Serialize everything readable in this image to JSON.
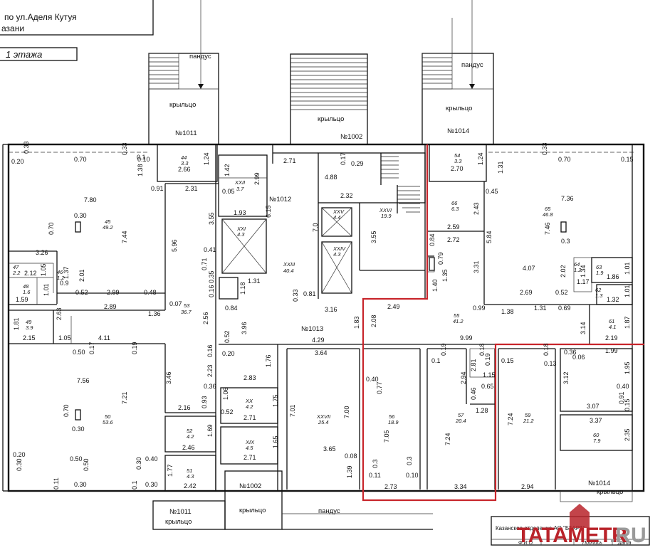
{
  "header": {
    "address_line1": "по ул.Аделя Кутуя",
    "address_line2": "азани",
    "floor_title": "1 этажа"
  },
  "annotations": {
    "ramp": "пандус",
    "porch": "крыльцо",
    "entrance_1011": "№1011",
    "entrance_1002": "№1002",
    "entrance_1014": "№1014",
    "entrance_1012": "№1012",
    "entrance_1013": "№1013"
  },
  "rooms": [
    {
      "id": "r44",
      "num": "44",
      "area": "3.3"
    },
    {
      "id": "r45",
      "num": "45",
      "area": "49.2"
    },
    {
      "id": "r47",
      "num": "47",
      "area": "2.2"
    },
    {
      "id": "r48",
      "num": "48",
      "area": "1.6"
    },
    {
      "id": "r46",
      "num": "46",
      "area": "1.2"
    },
    {
      "id": "r49",
      "num": "49",
      "area": "3.9"
    },
    {
      "id": "r50",
      "num": "50",
      "area": "53.6"
    },
    {
      "id": "r51",
      "num": "51",
      "area": "4.3"
    },
    {
      "id": "r52",
      "num": "52",
      "area": "4.2"
    },
    {
      "id": "r53",
      "num": "53",
      "area": "36.7"
    },
    {
      "id": "rXXII",
      "num": "XXII",
      "area": "3.7"
    },
    {
      "id": "rXXI",
      "num": "XXI",
      "area": "4.3"
    },
    {
      "id": "rXXIII",
      "num": "XXIII",
      "area": "40.4"
    },
    {
      "id": "rXX",
      "num": "XX",
      "area": "4.2"
    },
    {
      "id": "rXIX",
      "num": "XIX",
      "area": "4.5"
    },
    {
      "id": "rXXV",
      "num": "XXV",
      "area": "4.4"
    },
    {
      "id": "rXXIV",
      "num": "XXIV",
      "area": "4.3"
    },
    {
      "id": "rXXVI",
      "num": "XXVI",
      "area": "19.9"
    },
    {
      "id": "rXXVII",
      "num": "XXVII",
      "area": "25.4"
    },
    {
      "id": "r54",
      "num": "54",
      "area": "3.3"
    },
    {
      "id": "r55",
      "num": "55",
      "area": "41.2"
    },
    {
      "id": "r56",
      "num": "56",
      "area": "18.9"
    },
    {
      "id": "r57",
      "num": "57",
      "area": "20.4"
    },
    {
      "id": "r59",
      "num": "59",
      "area": "21.2"
    },
    {
      "id": "r60",
      "num": "60",
      "area": "7.9"
    },
    {
      "id": "r61",
      "num": "61",
      "area": "4.1"
    },
    {
      "id": "r62",
      "num": "62",
      "area": "1.3"
    },
    {
      "id": "r63",
      "num": "63",
      "area": "1.9"
    },
    {
      "id": "r64",
      "num": "64",
      "area": "1.2"
    },
    {
      "id": "r65",
      "num": "65",
      "area": "46.8"
    },
    {
      "id": "r66",
      "num": "66",
      "area": "6.3"
    }
  ],
  "dimensions": {
    "d1": "0.33",
    "d2": "0.70",
    "d3": "0.33",
    "d4": "0.10",
    "d5": "0.20",
    "d6": "1.38",
    "d7": "2.66",
    "d8": "1.24",
    "d9": "0.91",
    "d10": "2.31",
    "d11": "7.80",
    "d12": "0.30",
    "d13": "0.70",
    "d14": "7.44",
    "d15": "5.96",
    "d16": "3.26",
    "d17": "2.12",
    "d18": "1.05",
    "d19": "1.37",
    "d20": "0.9",
    "d21": "2.01",
    "d22": "1.01",
    "d23": "1.59",
    "d24": "0.52",
    "d25": "2.99",
    "d26": "0.48",
    "d27": "2.89",
    "d28": "1.36",
    "d29": "0.07",
    "d30": "2.63",
    "d31": "1.81",
    "d32": "2.15",
    "d33": "1.05",
    "d34": "4.11",
    "d35": "0.50",
    "d36": "0.17",
    "d37": "0.19",
    "d38": "7.56",
    "d39": "7.21",
    "d40": "0.70",
    "d41": "0.30",
    "d42": "3.46",
    "d43": "2.16",
    "d44": "0.93",
    "d45": "0.20",
    "d46": "0.30",
    "d47": "0.50",
    "d48": "0.50",
    "d49": "0.40",
    "d50": "0.30",
    "d51": "0.11",
    "d52": "0.30",
    "d53": "0.1",
    "d54": "0.30",
    "d55": "1.69",
    "d56": "2.46",
    "d57": "1.77",
    "d58": "2.42",
    "d59": "1.42",
    "d60": "2.99",
    "d61": "2.71",
    "d62": "0.05",
    "d63": "6.15",
    "d64": "1.93",
    "d65": "3.55",
    "d66": "0.41",
    "d67": "0.71",
    "d68": "1.31",
    "d69": "1.18",
    "d70": "0.16",
    "d71": "0.35",
    "d72": "0.84",
    "d73": "2.56",
    "d74": "3.96",
    "d75": "0.52",
    "d76": "0.16",
    "d77": "0.20",
    "d78": "2.23",
    "d79": "1.76",
    "d80": "2.83",
    "d81": "0.36",
    "d82": "1.06",
    "d83": "1.75",
    "d84": "0.52",
    "d85": "2.71",
    "d86": "1.65",
    "d87": "2.71",
    "d88": "0.17",
    "d89": "0.29",
    "d90": "4.88",
    "d91": "2.32",
    "d92": "7.0",
    "d93": "3.55",
    "d94": "0.33",
    "d95": "0.81",
    "d96": "3.16",
    "d97": "1.83",
    "d98": "4.29",
    "d99": "3.64",
    "d100": "7.01",
    "d101": "7.00",
    "d102": "3.65",
    "d103": "0.08",
    "d104": "1.39",
    "d105": "2.08",
    "d106": "2.49",
    "d107": "0.40",
    "d108": "0.77",
    "d109": "7.05",
    "d110": "0.3",
    "d111": "0.11",
    "d112": "0.10",
    "d113": "0.3",
    "d114": "2.73",
    "d115": "1.24",
    "d116": "2.70",
    "d117": "2.43",
    "d118": "2.59",
    "d119": "2.72",
    "d120": "0.84",
    "d121": "0.79",
    "d122": "1.40",
    "d123": "1.35",
    "d124": "3.31",
    "d125": "0.45",
    "d126": "5.84",
    "d127": "1.31",
    "d128": "7.36",
    "d129": "0.70",
    "d130": "0.33",
    "d131": "0.15",
    "d132": "7.46",
    "d133": "0.3",
    "d134": "4.07",
    "d135": "2.02",
    "d136": "1.34",
    "d137": "1.86",
    "d138": "1.01",
    "d139": "1.17",
    "d140": "1.32",
    "d141": "1.01",
    "d142": "0.52",
    "d143": "2.69",
    "d144": "0.99",
    "d145": "1.38",
    "d146": "1.31",
    "d147": "0.69",
    "d148": "3.14",
    "d149": "1.87",
    "d150": "2.19",
    "d151": "9.99",
    "d152": "0.1",
    "d153": "0.19",
    "d154": "0.18",
    "d155": "0.19",
    "d156": "2.81",
    "d157": "2.94",
    "d158": "1.15",
    "d159": "0.46",
    "d160": "0.65",
    "d161": "1.28",
    "d162": "7.24",
    "d163": "3.34",
    "d164": "0.15",
    "d165": "0.18",
    "d166": "0.13",
    "d167": "7.24",
    "d168": "2.94",
    "d169": "0.36",
    "d170": "0.06",
    "d171": "1.99",
    "d172": "3.12",
    "d173": "1.95",
    "d174": "0.40",
    "d175": "3.07",
    "d176": "0.91",
    "d177": "0.15",
    "d178": "3.37",
    "d179": "2.35",
    "d180": "0.1"
  },
  "title_block": {
    "org": "Казанское отделение АО \"БТАРТ\"",
    "col1": "Ф.И.О.",
    "col2": "Подпись",
    "col3": "Дата"
  },
  "watermark": {
    "part1": "TATAMETR",
    "part2": ".RU"
  },
  "colors": {
    "line": "#111111",
    "highlight": "#c8252b",
    "watermark_red": "#b9232a",
    "watermark_gray": "#9a9a9a"
  }
}
